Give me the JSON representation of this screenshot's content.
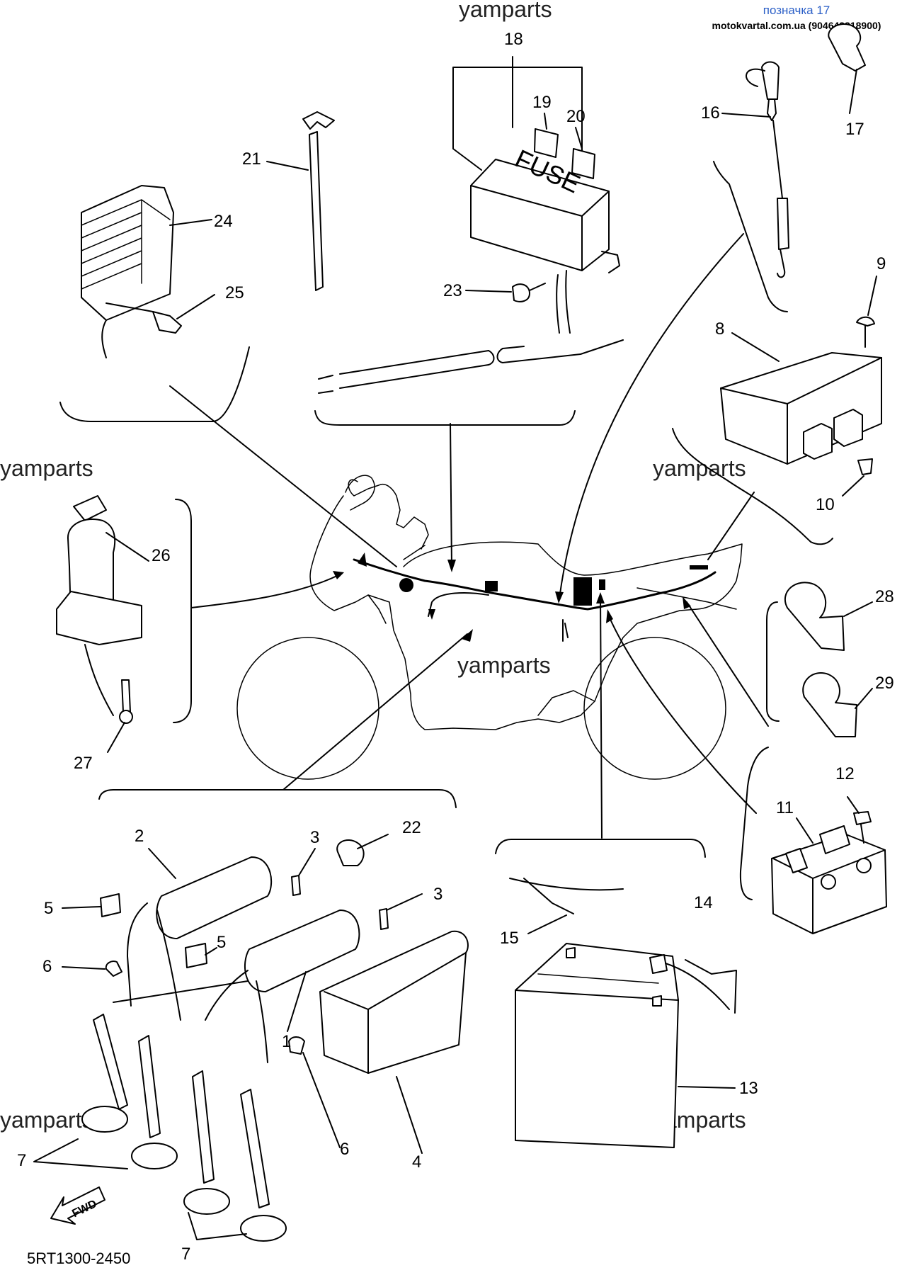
{
  "header": {
    "title": "позначка 17",
    "subtitle": "motokvartal.com.ua (904648818900)",
    "title_color": "#2b5fc7"
  },
  "watermark": "yamparts",
  "drawing_code": "5RT1300-2450",
  "fuse_box_text": "FUSE",
  "fwd_arrow_text": "FWD",
  "callouts": {
    "c1": "1",
    "c2": "2",
    "c3a": "3",
    "c3b": "3",
    "c4": "4",
    "c5a": "5",
    "c5b": "5",
    "c6a": "6",
    "c6b": "6",
    "c7a": "7",
    "c7b": "7",
    "c8": "8",
    "c9": "9",
    "c10": "10",
    "c11": "11",
    "c12": "12",
    "c13": "13",
    "c14": "14",
    "c15": "15",
    "c16": "16",
    "c17": "17",
    "c18": "18",
    "c19": "19",
    "c20": "20",
    "c21": "21",
    "c22": "22",
    "c23": "23",
    "c24": "24",
    "c25": "25",
    "c26": "26",
    "c27": "27",
    "c28": "28",
    "c29": "29"
  }
}
